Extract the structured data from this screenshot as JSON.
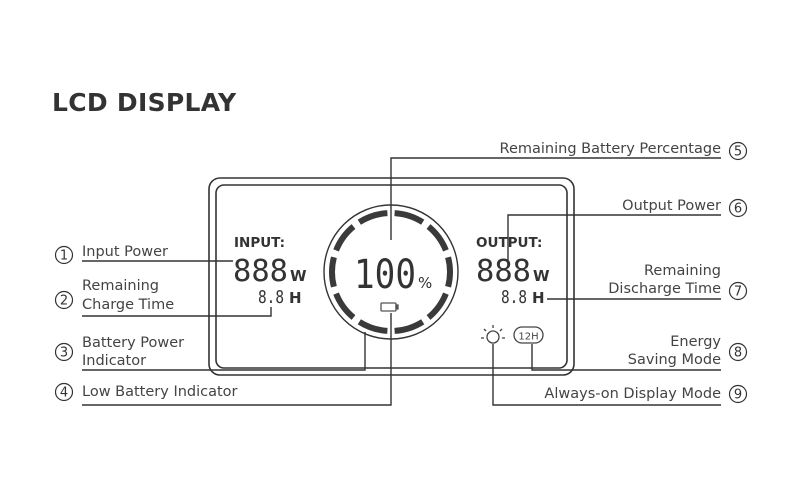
{
  "title": "LCD DISPLAY",
  "lcd": {
    "input_label": "INPUT:",
    "output_label": "OUTPUT:",
    "input_watts": "888",
    "output_watts": "888",
    "watt_unit": "W",
    "input_hours": "8.8",
    "output_hours": "8.8",
    "hour_unit": "H",
    "battery_percent": "100",
    "percent_unit": "%",
    "timer_badge": "12H"
  },
  "callouts": [
    {
      "number": "1",
      "lines": [
        "Input Power"
      ],
      "side": "left"
    },
    {
      "number": "2",
      "lines": [
        "Remaining",
        "Charge Time"
      ],
      "side": "left"
    },
    {
      "number": "3",
      "lines": [
        "Battery Power",
        "Indicator"
      ],
      "side": "left"
    },
    {
      "number": "4",
      "lines": [
        "Low Battery Indicator"
      ],
      "side": "left"
    },
    {
      "number": "5",
      "lines": [
        "Remaining Battery Percentage"
      ],
      "side": "right"
    },
    {
      "number": "6",
      "lines": [
        "Output Power"
      ],
      "side": "right"
    },
    {
      "number": "7",
      "lines": [
        "Remaining",
        "Discharge Time"
      ],
      "side": "right"
    },
    {
      "number": "8",
      "lines": [
        "Energy",
        "Saving Mode"
      ],
      "side": "right"
    },
    {
      "number": "9",
      "lines": [
        "Always-on Display Mode"
      ],
      "side": "right"
    }
  ],
  "colors": {
    "ink": "#333333",
    "text": "#444444",
    "background": "#ffffff"
  }
}
